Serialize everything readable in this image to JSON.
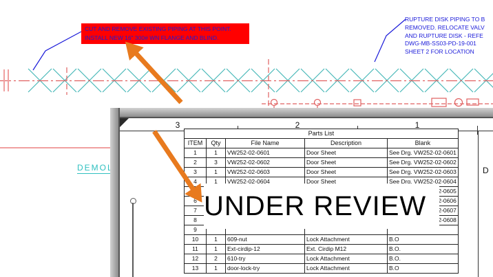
{
  "colors": {
    "annotation_blue": "#1a1ad9",
    "highlight_red": "#ff0000",
    "piping_cyan": "#45b8b8",
    "demol_cyan": "#2fc0c0",
    "centerline_red": "#e06060",
    "pink_line": "#f0a0a0",
    "arrow_orange": "#e87a1e"
  },
  "annotations": {
    "cut_note": "CUT AND REMOVE EXISTING PIPING AT THIS POINT.\nINSTALL NEW 16\" 300# WN FLANGE AND BLIND.",
    "rupture_note": "RUPTURE DISK PIPING TO B\nREMOVED. RELOCATE VALV\nAND RUPTURE DISK - REFE\nDWG-MB-SS03-PD-19-001\nSHEET 2 FOR LOCATION",
    "demolition_label": "DEMOL",
    "watermark": "UNDER REVIEW"
  },
  "sheet": {
    "zone_numbers": [
      "3",
      "2",
      "1"
    ],
    "zone_letter": "D"
  },
  "parts_list": {
    "title": "Parts List",
    "columns": [
      "ITEM",
      "Qty",
      "File Name",
      "Description",
      "Blank"
    ],
    "rows": [
      [
        "1",
        "1",
        "VW252-02-0601",
        "Door Sheet",
        "See Drg. VW252-02-0601"
      ],
      [
        "2",
        "3",
        "VW252-02-0602",
        "Door Sheet",
        "See Drg. VW252-02-0602"
      ],
      [
        "3",
        "1",
        "VW252-02-0603",
        "Door Sheet",
        "See Drg. VW252-02-0603"
      ],
      [
        "4",
        "1",
        "VW252-02-0604",
        "Door Sheet",
        "See Drg. VW252-02-0604"
      ],
      [
        "5",
        "",
        "",
        "",
        "See Drg. VW252-02-0605"
      ],
      [
        "6",
        "",
        "",
        "",
        "See Drg. VW252-02-0606"
      ],
      [
        "7",
        "",
        "",
        "",
        "See Drg. VW252-02-0607"
      ],
      [
        "8",
        "",
        "",
        "",
        "See Drg. VW252-02-0608"
      ],
      [
        "9",
        "",
        "",
        "",
        ""
      ],
      [
        "10",
        "1",
        "609-nut",
        "Lock Attachment",
        "B.O"
      ],
      [
        "11",
        "1",
        "Ext-cirdip-12",
        "Ext. Cirdip M12",
        "B.O."
      ],
      [
        "12",
        "2",
        "610-try",
        "Lock Attachment",
        "B.O."
      ],
      [
        "13",
        "1",
        "door-lock-try",
        "Lock Attachment",
        "B.O"
      ]
    ]
  }
}
